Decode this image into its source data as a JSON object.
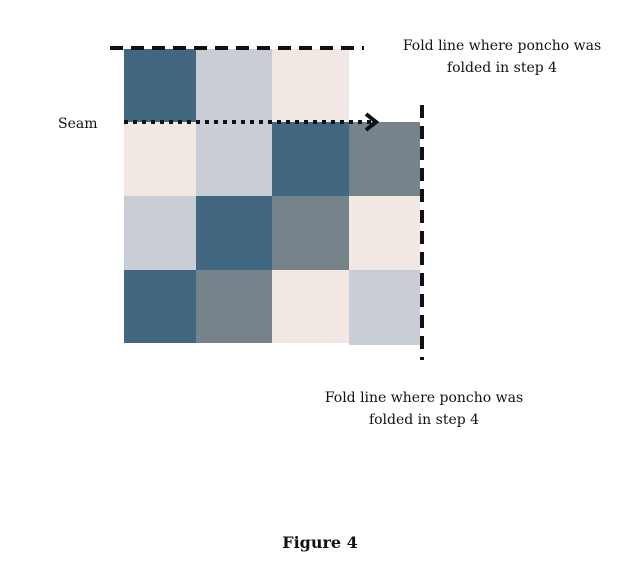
{
  "colors": {
    "dark_blue": "#426780",
    "light_blue_gray": "#c9ced6",
    "cream": "#f1e8e3",
    "slate_gray": "#76838a",
    "line": "#111111"
  },
  "grid": {
    "rows": [
      [
        "dark_blue",
        "light_blue_gray",
        "cream",
        null
      ],
      [
        "cream",
        "light_blue_gray",
        "dark_blue",
        "slate_gray"
      ],
      [
        "light_blue_gray",
        "dark_blue",
        "slate_gray",
        "cream"
      ],
      [
        "dark_blue",
        "slate_gray",
        "cream",
        "light_blue_gray"
      ]
    ]
  },
  "labels": {
    "fold_top": [
      "Fold line where  poncho was",
      "folded in step 4"
    ],
    "fold_right": [
      "Fold line where  poncho was",
      "folded in step 4"
    ],
    "seam": "Seam"
  },
  "caption": "Figure 4"
}
